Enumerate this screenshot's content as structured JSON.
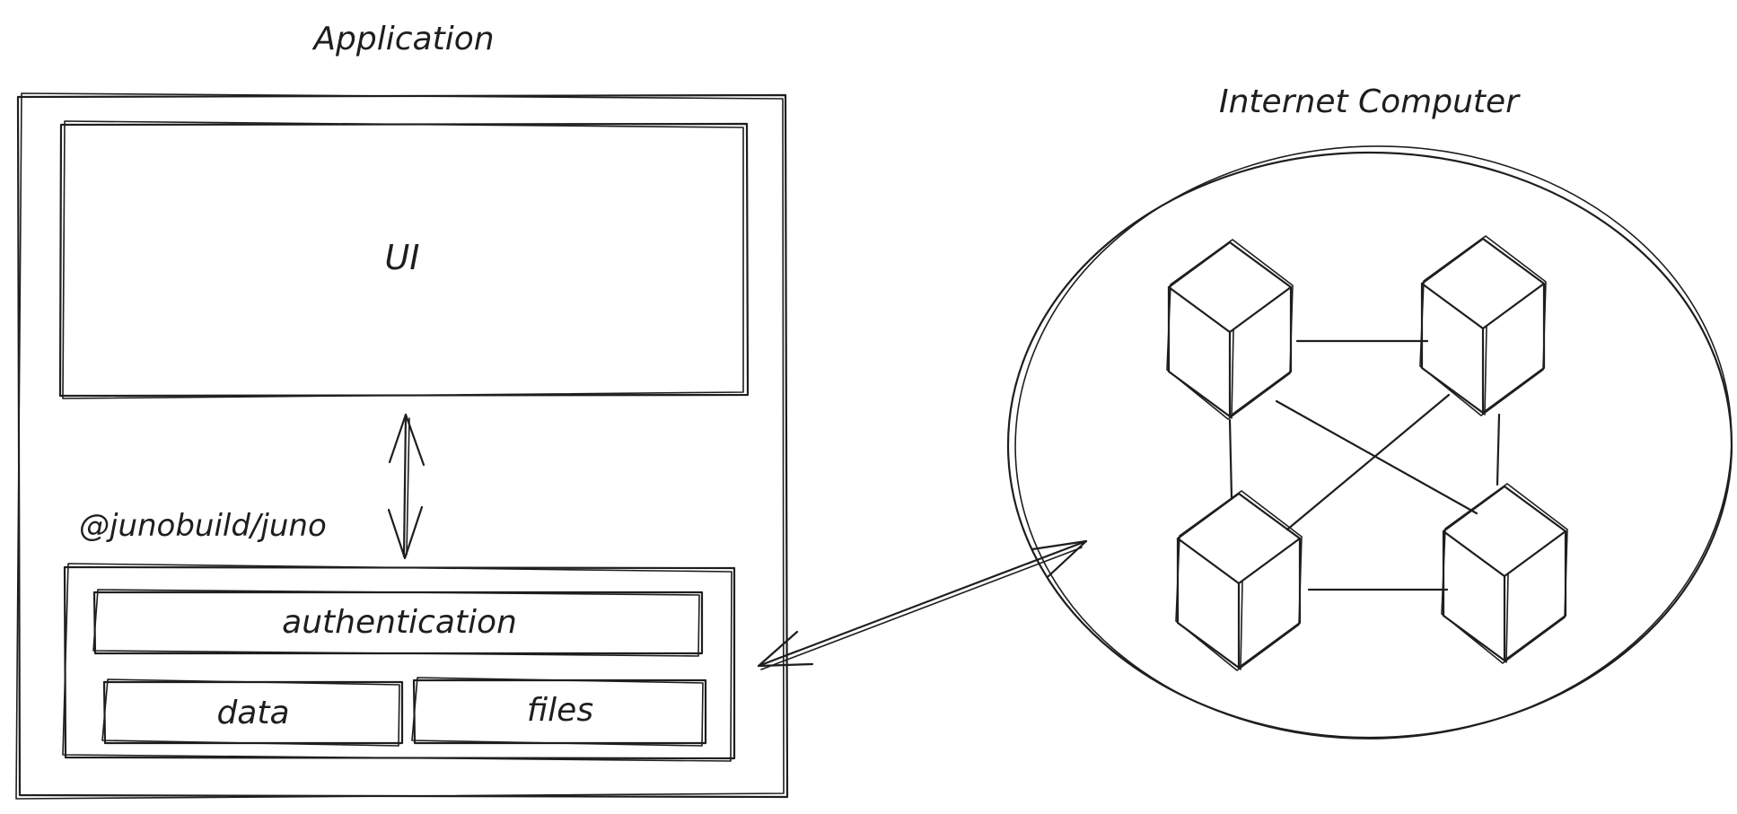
{
  "application": {
    "title": "Application",
    "ui_label": "UI",
    "library_label": "@junobuild/juno",
    "modules": {
      "authentication": "authentication",
      "data": "data",
      "files": "files"
    }
  },
  "network": {
    "title": "Internet Computer",
    "node_count": 4
  },
  "colors": {
    "ink": "#1e1e1e",
    "background": "#ffffff"
  }
}
